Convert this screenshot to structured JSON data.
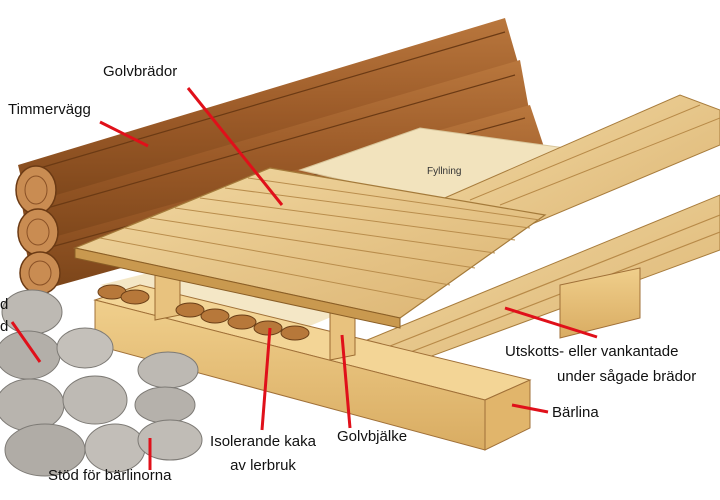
{
  "labels": {
    "timmervagg": "Timmervägg",
    "golvbrador": "Golvbrädor",
    "fyllning": "Fyllning",
    "stenfot_1": "d",
    "stenfot_2": "d",
    "utskotts_1": "Utskotts- eller vankantade",
    "utskotts_2": "under sågade brädor",
    "barlina": "Bärlina",
    "isolerande_1": "Isolerande kaka",
    "isolerande_2": "av lerbruk",
    "golvbjalke": "Golvbjälke",
    "stod": "Stöd för bärlinorna"
  },
  "colors": {
    "leader_line": "#e0101a",
    "log_wall": "#a0612e",
    "planks": "#e6c68a",
    "fill": "#f2e3bd",
    "stone": "#b9b6b1"
  }
}
